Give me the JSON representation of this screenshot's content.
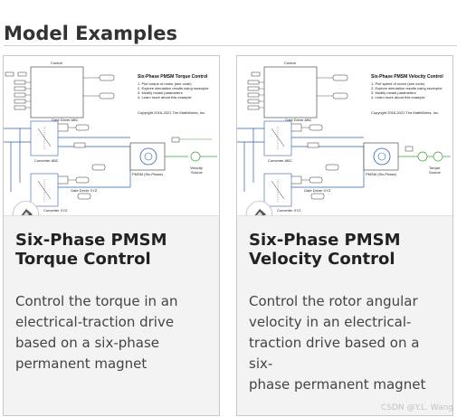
{
  "section": {
    "title": "Model Examples"
  },
  "cards": [
    {
      "title_line1": "Six-Phase PMSM",
      "title_line2": "Torque Control",
      "description_lines": [
        "Control the torque in an",
        "electrical-traction drive",
        "based on a six-phase",
        "permanent magnet"
      ],
      "thumbnail": {
        "heading": "Six-Phase PMSM Torque Control",
        "steps": [
          "1. Plot torque of motor (see code)",
          "2. Explore simulation results using sscexplor",
          "3. Modify model parameters",
          "4. Learn more about this example"
        ],
        "copyright": "Copyright 2016-2021 The MathWorks, Inc.",
        "control_label": "Control",
        "gate_abc": "Gate Driver ABC",
        "gate_xyz": "Gate Driver XYZ",
        "conv_abc": "Converter ABC",
        "conv_xyz": "Converter XYZ",
        "motor": "PMSM (Six-Phase)",
        "source": "Velocity\nSource"
      }
    },
    {
      "title_line1": "Six-Phase PMSM",
      "title_line2": "Velocity Control",
      "description_lines": [
        "Control the rotor angular",
        "velocity in an electrical-",
        "traction drive based on a six-",
        "phase permanent magnet"
      ],
      "thumbnail": {
        "heading": "Six-Phase PMSM Velocity Control",
        "steps": [
          "1. Plot speed of motor (see code)",
          "2. Explore simulation results using sscexplor",
          "3. Modify model parameters",
          "4. Learn more about this example"
        ],
        "copyright": "Copyright 2016-2021 The MathWorks, Inc.",
        "control_label": "Control",
        "gate_abc": "Gate Driver ABC",
        "gate_xyz": "Gate Driver XYZ",
        "conv_abc": "Converter ABC",
        "conv_xyz": "Converter XYZ",
        "motor": "PMSM (Six-Phase)",
        "source": "Torque\nSource"
      }
    }
  ],
  "badge_icon": "simulink-model-icon",
  "watermark": "CSDN @Y.L. Wang",
  "colors": {
    "wire": "#2f5fb3",
    "block": "#333333",
    "green": "#3a9d3a"
  }
}
